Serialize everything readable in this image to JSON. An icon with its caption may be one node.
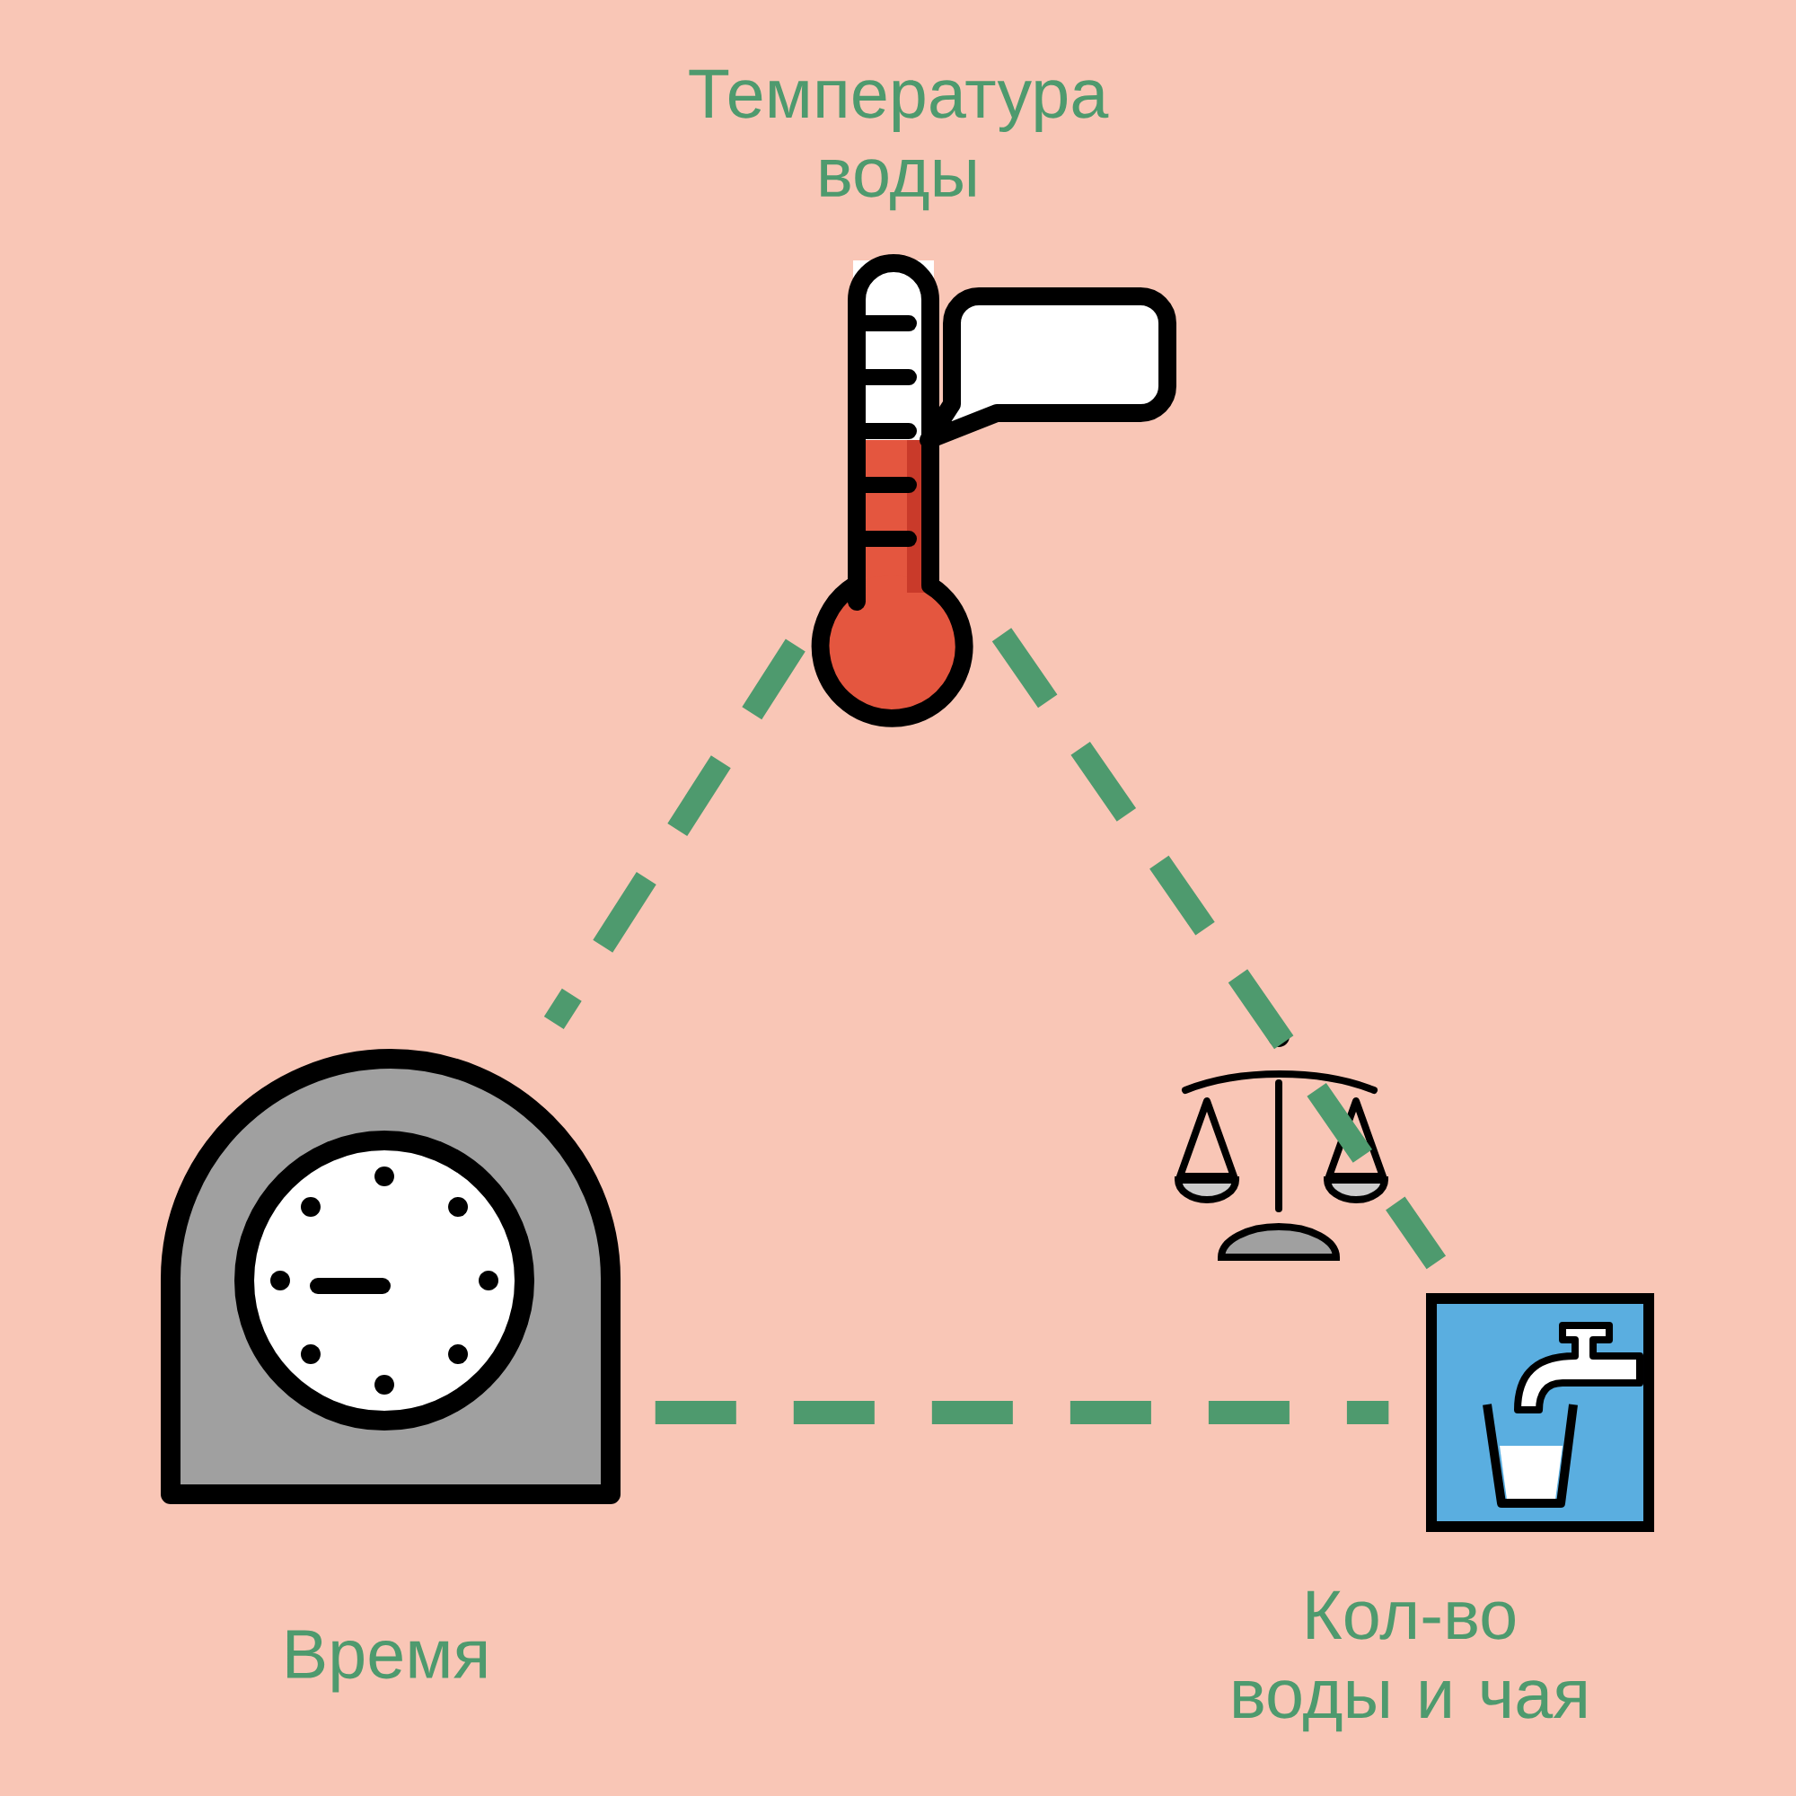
{
  "diagram": {
    "nodes": [
      {
        "text": [],
        "shape": "thermometer",
        "beside": [
          "Температура воды"
        ]
      },
      {
        "text": [],
        "shape": "clock",
        "beside": [
          "Время"
        ]
      },
      {
        "text": [],
        "shape": "faucet",
        "beside": [
          "Кол-во воды и чая"
        ]
      }
    ],
    "edges": [
      {
        "from": 0,
        "to": 1,
        "arrow": "none",
        "style": "dashed"
      },
      {
        "from": 0,
        "to": 2,
        "arrow": "none",
        "style": "dashed"
      },
      {
        "from": 1,
        "to": 2,
        "arrow": "none",
        "style": "dashed"
      }
    ]
  }
}
